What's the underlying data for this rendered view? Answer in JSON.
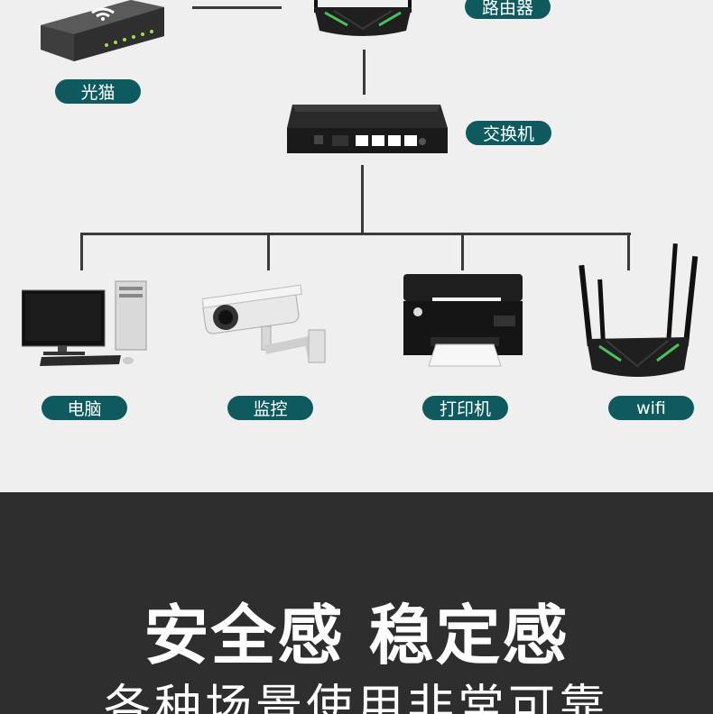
{
  "labels": {
    "modem": "光猫",
    "router": "路由器",
    "switch": "交换机",
    "computer": "电脑",
    "camera": "监控",
    "printer": "打印机",
    "wifi": "wifi"
  },
  "banner": {
    "headline": "安全感 稳定感",
    "subline": "各种场景使用非常可靠"
  },
  "colors": {
    "pill_bg": "#0e5a5f",
    "top_bg": "#efefef",
    "bottom_bg": "#2e2e2e"
  }
}
